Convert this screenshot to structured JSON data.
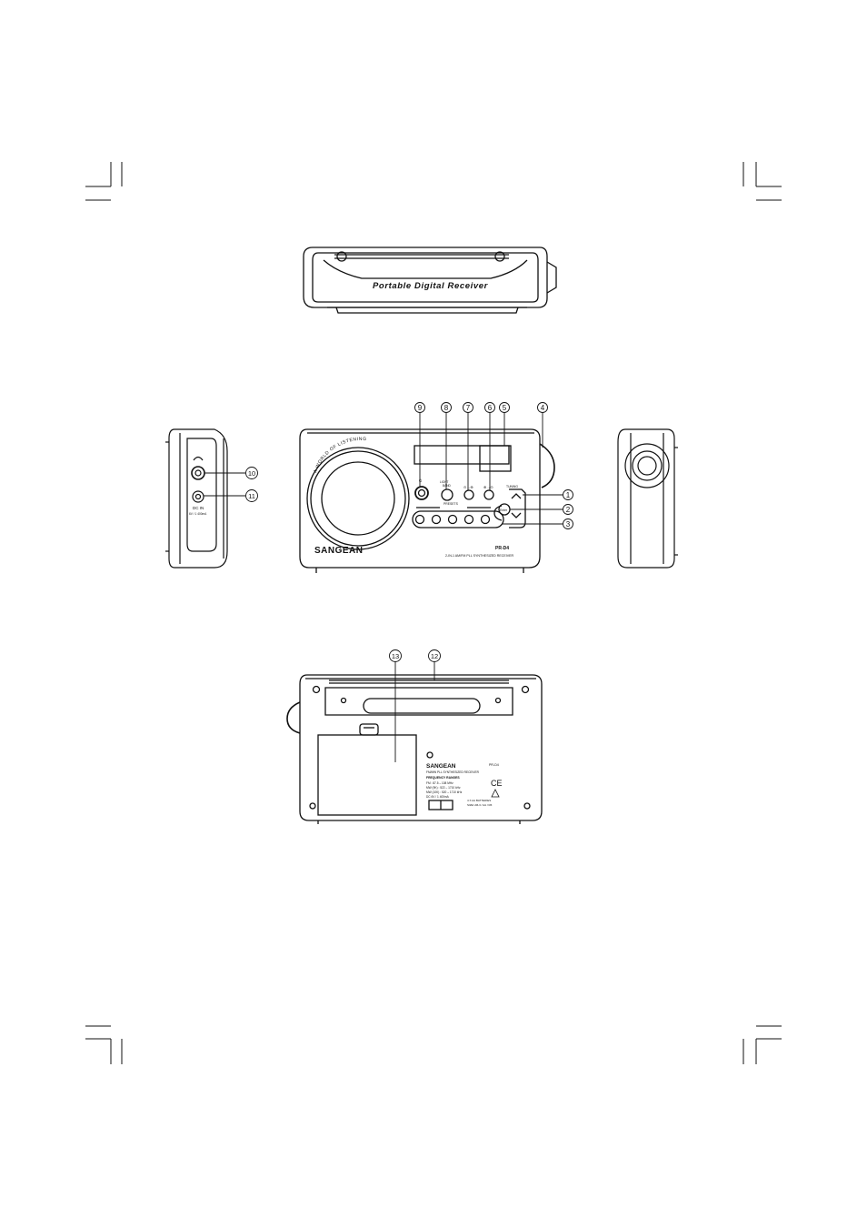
{
  "top_view": {
    "label": "Portable Digital Receiver"
  },
  "front_view": {
    "arc_text": "A WORLD OF LISTENING",
    "brand": "SANGEAN",
    "model": "PR-D4",
    "subtitle": "2-IN-1 AM/FM PLL SYNTHESIZED RECEIVER",
    "presets_label": "PRESETS",
    "tuning_label": "TUNING",
    "enter_label": "Enter",
    "light_label": "LIGHT",
    "band_label": "BAND",
    "icon_labels": {
      "power": "⏻",
      "timer": "⊙→⊕",
      "clock": "⊕→⊙"
    }
  },
  "side_view": {
    "dc_label": "DC IN",
    "dc_rating": "6V / 1 400mA"
  },
  "back_view": {
    "brand": "SANGEAN",
    "model": "PR-D4",
    "receiver_line": "FM/MW PLL SYNTHESIZED RECEIVER",
    "freq_heading": "FREQUENCY RANGES",
    "freq_lines": [
      "FM : 87.5 – 108 MHz",
      "MW (9K) : 522 – 1710 kHz",
      "MW (10K) : 520 – 1710 kHz",
      "DC 6V / 1 400mA"
    ],
    "battery_lines": [
      "4 X AA BATTERIES",
      "SIZE UM-3 / AA / R6"
    ],
    "ce_mark": "CE",
    "warning_icon": "triangle-warning"
  },
  "callouts": [
    {
      "id": "1",
      "text": "1"
    },
    {
      "id": "2",
      "text": "2"
    },
    {
      "id": "3",
      "text": "3"
    },
    {
      "id": "4",
      "text": "4"
    },
    {
      "id": "5",
      "text": "5"
    },
    {
      "id": "6",
      "text": "6"
    },
    {
      "id": "7",
      "text": "7"
    },
    {
      "id": "8",
      "text": "8"
    },
    {
      "id": "9",
      "text": "9"
    },
    {
      "id": "10",
      "text": "10"
    },
    {
      "id": "11",
      "text": "11"
    },
    {
      "id": "12",
      "text": "12"
    },
    {
      "id": "13",
      "text": "13"
    }
  ]
}
